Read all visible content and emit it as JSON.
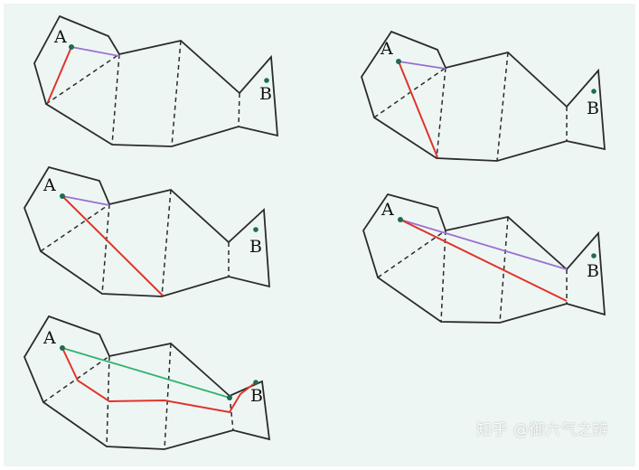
{
  "labels": {
    "a": "A",
    "b": "B"
  },
  "watermark": "知乎 @御六气之辨",
  "colors": {
    "background": "#eef6f4",
    "outline": "#2b2b2b",
    "fold": "#2b2b2b",
    "path_red": "#e0342b",
    "path_purple": "#9b6fd0",
    "path_green": "#2fb36a",
    "point": "#1f6b4e"
  },
  "figures": [
    {
      "id": "fig-1",
      "route": "red-and-purple"
    },
    {
      "id": "fig-2",
      "route": "red-and-purple"
    },
    {
      "id": "fig-3",
      "route": "red-and-purple"
    },
    {
      "id": "fig-4",
      "route": "red-and-purple"
    },
    {
      "id": "fig-5",
      "route": "red-folded-and-green"
    }
  ]
}
